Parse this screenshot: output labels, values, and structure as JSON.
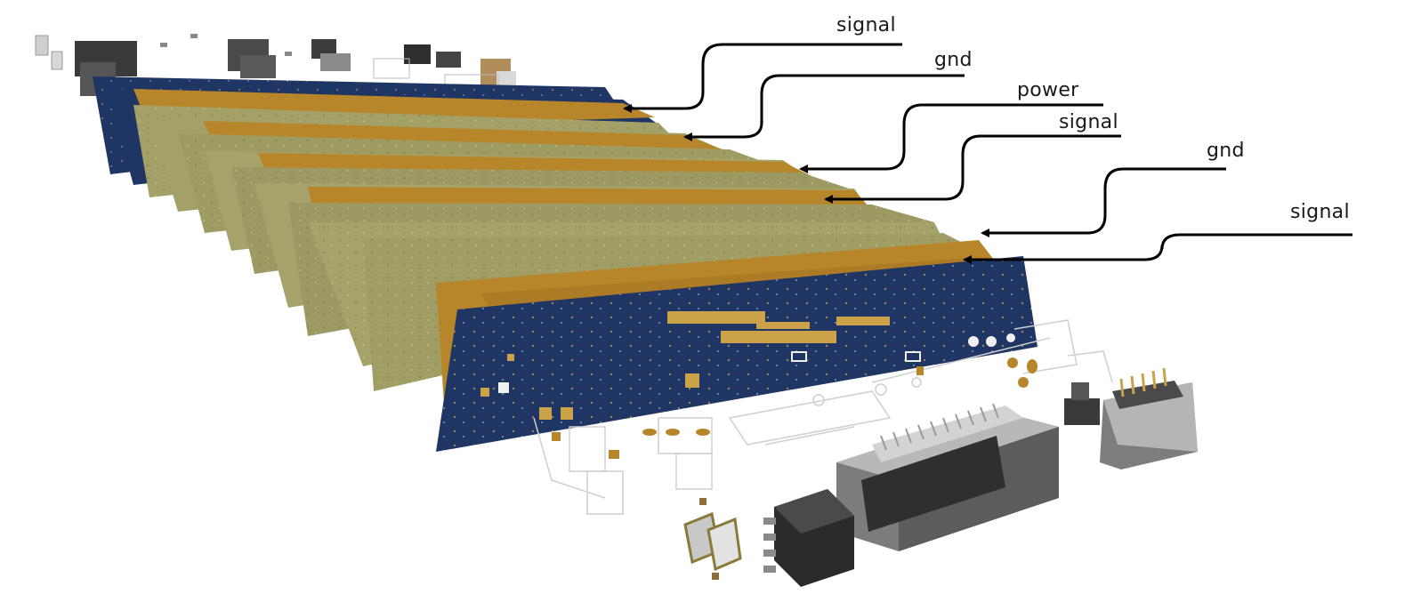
{
  "layers": [
    {
      "label": "signal",
      "material": "signal-copper"
    },
    {
      "label": "gnd",
      "material": "ground-plane"
    },
    {
      "label": "power",
      "material": "power-plane"
    },
    {
      "label": "signal",
      "material": "signal-copper"
    },
    {
      "label": "gnd",
      "material": "ground-plane"
    },
    {
      "label": "signal",
      "material": "signal-copper"
    }
  ],
  "colors": {
    "soldermask_blue": "#1f3563",
    "copper_gold": "#b8862a",
    "prepreg_olive": "#9c9a62",
    "core_olive_light": "#a9a66e",
    "silk_white": "#e8e8e8",
    "component_grey": "#8a8a8a",
    "leader_line": "#000000",
    "label_text": "#1a1a1a"
  },
  "components": [
    {
      "icon": "camera-connector-icon"
    },
    {
      "icon": "usb-connector-icon"
    },
    {
      "icon": "crystal-oscillator-icon"
    },
    {
      "icon": "power-inductor-icon"
    }
  ]
}
